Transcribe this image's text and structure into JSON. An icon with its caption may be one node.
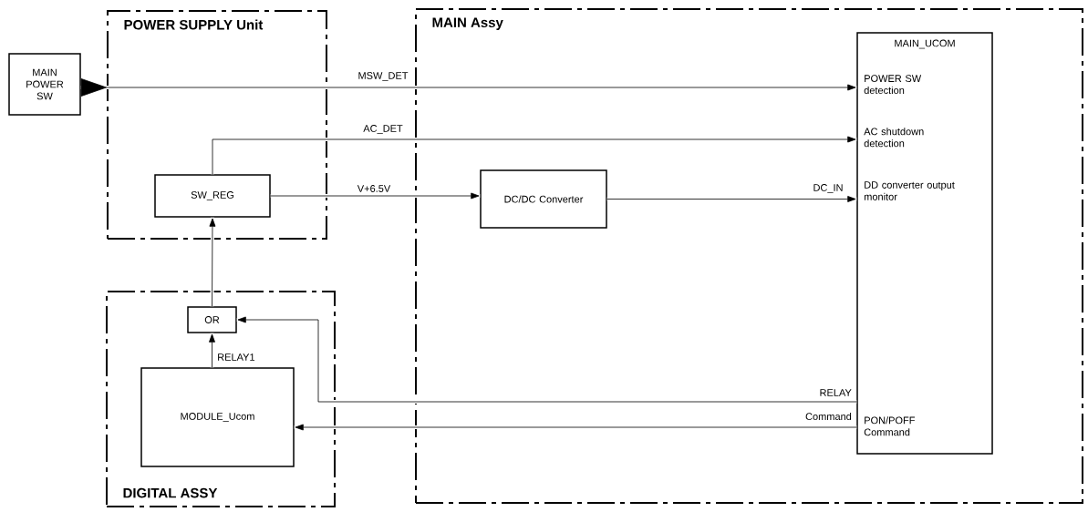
{
  "diagram": {
    "nodes": [
      {
        "text": [
          "POWER SUPPLY Unit"
        ]
      },
      {
        "text": [
          "SW_REG"
        ],
        "in": 0
      },
      {
        "text": [
          "MAIN Assy"
        ]
      },
      {
        "text": [
          "DC/DC Converter"
        ],
        "in": 2
      },
      {
        "text": [
          "MAIN_UCOM",
          "POWER SW detection",
          "AC shutdown detection",
          "DD converter output monitor",
          "PON/POFF Command"
        ],
        "in": 2
      },
      {
        "text": [
          "DIGITAL ASSY"
        ]
      },
      {
        "text": [
          "OR"
        ],
        "in": 5
      },
      {
        "text": [
          "MODULE_Ucom"
        ],
        "in": 5
      },
      {
        "text": [
          "MAIN POWER SW"
        ]
      }
    ],
    "edges": [
      {
        "from": 8,
        "to": 4,
        "arrow": "to",
        "label": "MSW_DET"
      },
      {
        "from": 1,
        "to": 4,
        "arrow": "to",
        "label": "AC_DET"
      },
      {
        "from": 1,
        "to": 3,
        "arrow": "to",
        "label": "V+6.5V"
      },
      {
        "from": 3,
        "to": 4,
        "arrow": "to",
        "label": "DC_IN"
      },
      {
        "from": 6,
        "to": 1,
        "arrow": "to"
      },
      {
        "from": 7,
        "to": 6,
        "arrow": "to",
        "label": "RELAY1"
      },
      {
        "from": 4,
        "to": 6,
        "arrow": "to",
        "label": "RELAY"
      },
      {
        "from": 4,
        "to": 7,
        "arrow": "to",
        "label": "Command"
      }
    ]
  }
}
